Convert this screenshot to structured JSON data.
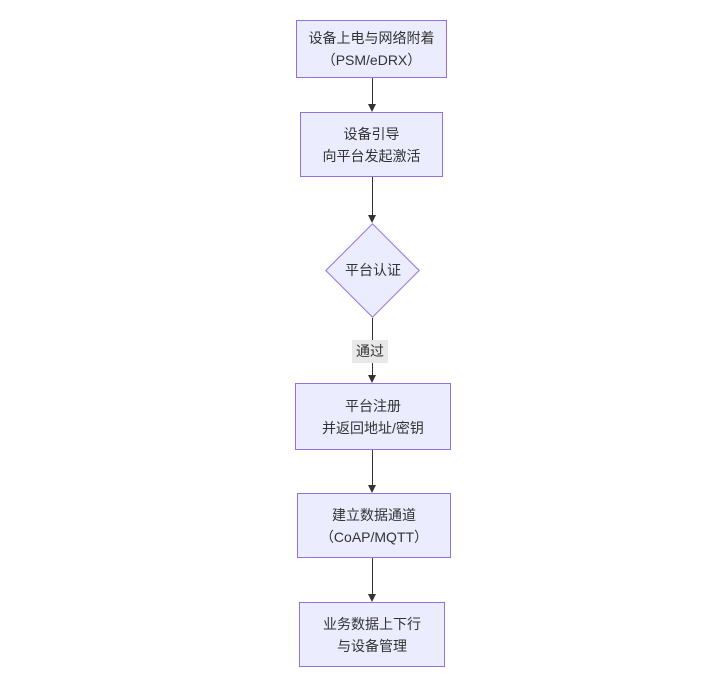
{
  "flowchart": {
    "nodes": {
      "power": {
        "line1": "设备上电与网络附着",
        "line2": "（PSM/eDRX）"
      },
      "bootstrap": {
        "line1": "设备引导",
        "line2": "向平台发起激活"
      },
      "auth": {
        "label": "平台认证"
      },
      "register": {
        "line1": "平台注册",
        "line2": "并返回地址/密钥"
      },
      "channel": {
        "line1": "建立数据通道",
        "line2": "（CoAP/MQTT）"
      },
      "business": {
        "line1": "业务数据上下行",
        "line2": "与设备管理"
      }
    },
    "edge_labels": {
      "auth_pass": "通过"
    },
    "colors": {
      "background": "#ffffff",
      "node_fill": "#ECECFF",
      "node_border": "#9370DB",
      "text": "#333333",
      "arrow": "#333333",
      "edge_label_bg": "#e8e8e8"
    }
  }
}
